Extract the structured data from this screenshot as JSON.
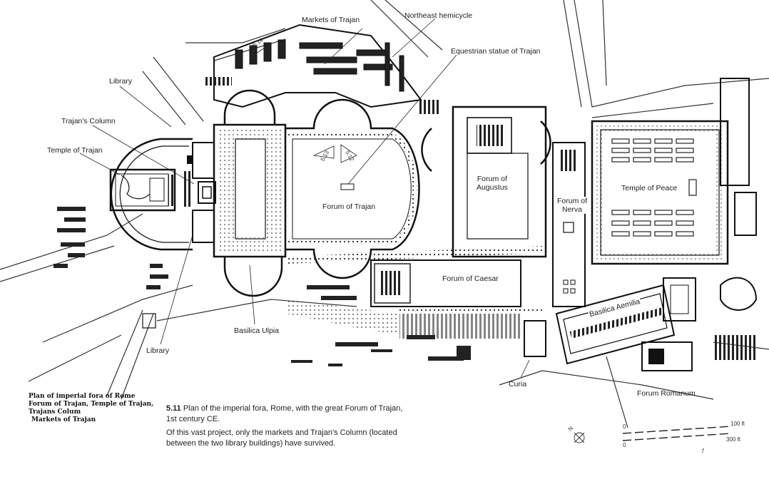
{
  "labels": {
    "markets_of_trajan": "Markets of Trajan",
    "northeast_hemicycle": "Northeast hemicycle",
    "equestrian_statue": "Equestrian statue of Trajan",
    "library_top": "Library",
    "trajans_column": "Trajan's Column",
    "temple_of_trajan": "Temple of Trajan",
    "forum_of_trajan": "Forum of Trajan",
    "forum_of_augustus_1": "Forum of",
    "forum_of_augustus_2": "Augustus",
    "forum_of_nerva_1": "Forum of",
    "forum_of_nerva_2": "Nerva",
    "temple_of_peace": "Temple of Peace",
    "forum_of_caesar": "Forum of Caesar",
    "basilica_aemilia": "Basilica Aemilia",
    "basilica_ulpia": "Basilica Ulpia",
    "library_bottom": "Library",
    "curia": "Curia",
    "forum_romanum": "Forum Romanum"
  },
  "view_markers": {
    "v514": "5.14",
    "v513": "5.13",
    "v512": "5.12"
  },
  "caption_left": {
    "line1": "Plan of imperial fora of Rome",
    "line2": "Forum of Trajan, Temple of Trajan,",
    "line3": "Trajans Colum",
    "line4": "Markets of Trajan"
  },
  "caption_main": {
    "figure_number": "5.11",
    "title": "Plan of the imperial fora, Rome, with the great Forum of Trajan, 1st century CE.",
    "body": "Of this vast project, only the markets and Trajan's Column (located between the two library buildings) have survived."
  },
  "scale": {
    "zero_top": "0",
    "zero_bottom": "0",
    "max_top": "100 ft",
    "max_bottom": "300 ft",
    "north": "N",
    "mark": "f"
  }
}
